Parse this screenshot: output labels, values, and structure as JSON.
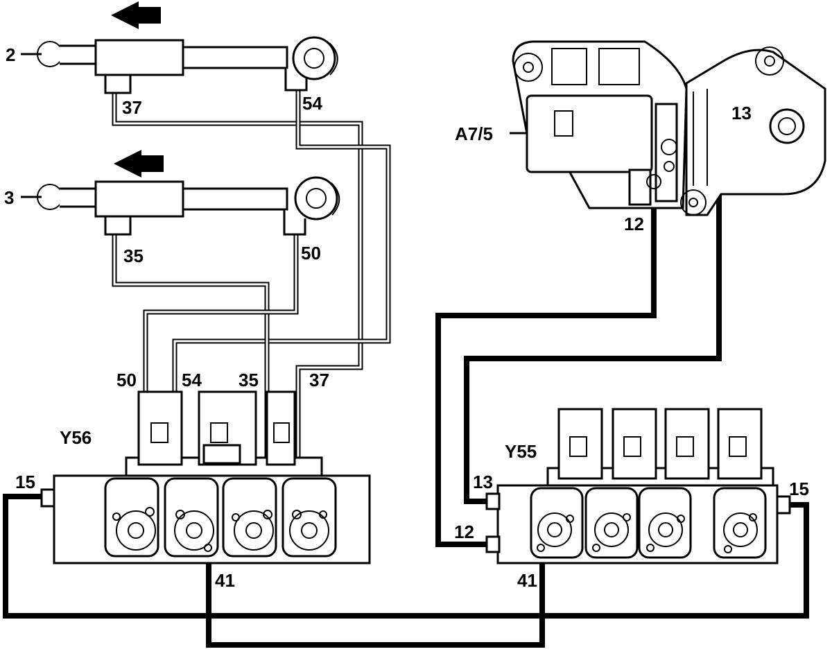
{
  "labels": {
    "cyl_top": "2",
    "cyl_bottom": "3",
    "port_37_top": "37",
    "port_54_top": "54",
    "port_35_top": "35",
    "port_50_top": "50",
    "y56_50": "50",
    "y56_54": "54",
    "y56_35": "35",
    "y56_37": "37",
    "y56_name": "Y56",
    "y56_15": "15",
    "y56_41": "41",
    "a75_name": "A7/5",
    "a75_13": "13",
    "a75_12": "12",
    "y55_name": "Y55",
    "y55_13": "13",
    "y55_12": "12",
    "y55_15": "15",
    "y55_41": "41"
  },
  "colors": {
    "line": "#000000",
    "background": "#ffffff"
  }
}
